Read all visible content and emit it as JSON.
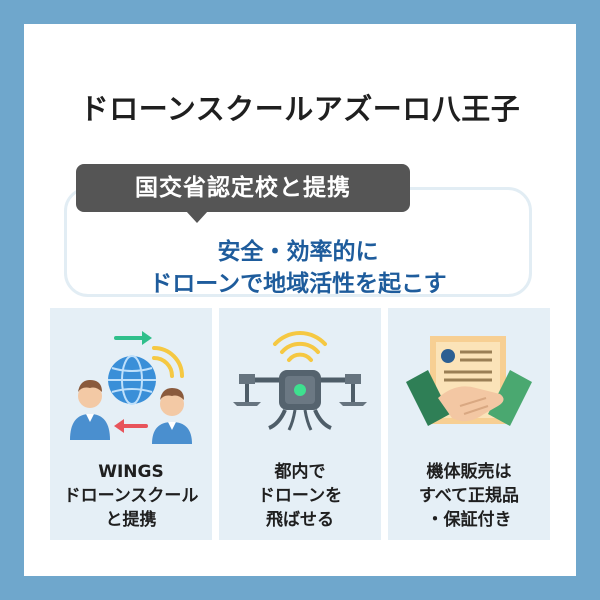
{
  "title": "ドローンスクールアズーロ八王子",
  "badge": "国交省認定校と提携",
  "tagline": {
    "line1": "安全・効率的に",
    "line2": "ドローンで地域活性を起こす"
  },
  "features": [
    {
      "icon": "globe-people-icon",
      "lines": [
        "WINGS",
        "ドローンスクール",
        "と提携"
      ]
    },
    {
      "icon": "drone-icon",
      "lines": [
        "都内で",
        "ドローンを",
        "飛ばせる"
      ]
    },
    {
      "icon": "certificate-handshake-icon",
      "lines": [
        "機体販売は",
        "すべて正規品",
        "・保証付き"
      ]
    }
  ],
  "colors": {
    "background": "#6fa7cc",
    "badge": "#555555",
    "tagline": "#1e5c9c",
    "feature_bg": "#e5eff6"
  }
}
